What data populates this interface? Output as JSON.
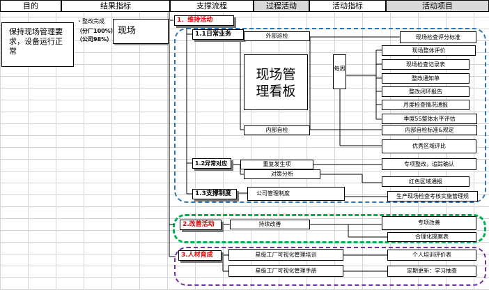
{
  "header": {
    "goal": "目的",
    "result_indicator": "结果指标",
    "support_process": "支撑流程",
    "process_activity": "过程活动",
    "activity_indicator": "活动指标",
    "activity_item": "活动项目"
  },
  "goal_text": "保持现场管理要求，设备运行正常",
  "result": {
    "title": "・整改完成",
    "branch": "（分厂100%）",
    "company": "（公司98%）",
    "site": "现场"
  },
  "sections": {
    "maintain": "1．维持活动",
    "daily": "1.1日常业务",
    "abnormal": "1.2异常对应",
    "support": "1.3支撑制度",
    "improve": "2.改善活动",
    "talent": "3.人材育成"
  },
  "nodes": {
    "external_patrol": "外部巡检",
    "board": "现场管理看板",
    "weekly": "每周",
    "internal_check": "内部自检",
    "major_event": "重复发生项",
    "countermeasure": "对策分析",
    "company_rules": "公司管理制度",
    "continuous_improve": "持续改善",
    "star_training": "星级工厂可视化管理培训",
    "star_manual": "星级工厂可视化管理手册"
  },
  "items": {
    "score_std": "现场检查评分标准",
    "overall_eval": "现场整体评价",
    "inspection_record": "现场检查记录表",
    "rectify_notice": "整改通知单",
    "closed_loop_report": "整改闭环报告",
    "monthly_report": "月度检查情况通报",
    "quarterly_5s": "季度5S整体水平评估",
    "internal_std": "内部自检标准&规定",
    "excellent_area": "优秀区域评比",
    "special_rectify": "专项整改，追踪确认",
    "red_area": "红色区域通报",
    "assessment_rule": "生产现场检查考核实施管理规",
    "special_improve": "专项改善",
    "rationalization": "合理化提案表",
    "personal_eval": "个人培训评价表",
    "periodic_update": "定期更新：学习抽查"
  },
  "colors": {
    "maintain_border": "#2e75b6",
    "improve_border": "#00b050",
    "talent_border": "#7030a0",
    "section_red": "#e00000"
  }
}
